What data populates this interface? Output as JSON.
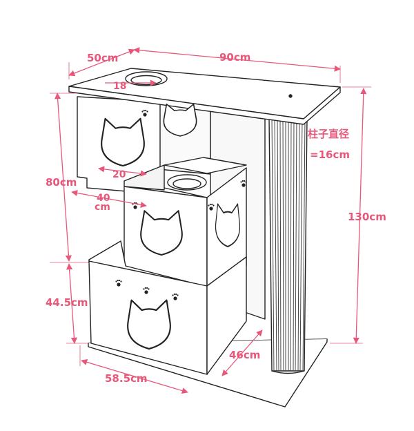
{
  "dimensions": {
    "depth_top": "50cm",
    "width_top": "90cm",
    "hole_diameter": "18",
    "hole_width_lower": "20",
    "middle_width": "40",
    "middle_width_unit": "cm",
    "height_upper": "80cm",
    "height_lower": "44.5cm",
    "total_height": "130cm",
    "base_depth": "46cm",
    "base_width": "58.5cm",
    "pillar_title": "柱子直径",
    "pillar_value": "=16cm"
  },
  "colors": {
    "dimension": "#e8577a",
    "outline": "#222222"
  }
}
